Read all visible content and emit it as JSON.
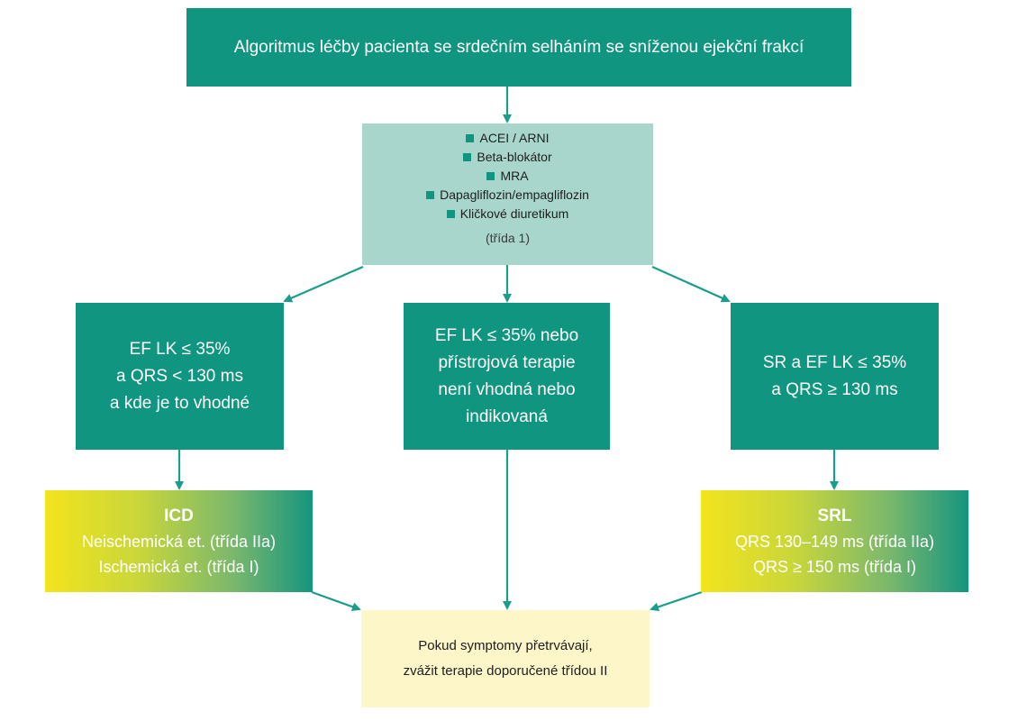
{
  "title": "Algoritmus léčby pacienta se srdečním selháním se sníženou ejekční frakcí",
  "medications": {
    "items": [
      "ACEI / ARNI",
      "Beta-blokátor",
      "MRA",
      "Dapagliflozin/empagliflozin",
      "Kličkové diuretikum"
    ],
    "class_note": "(třída 1)"
  },
  "criteria": {
    "left": [
      "EF LK ≤ 35%",
      "a QRS < 130 ms",
      "a kde je to vhodné"
    ],
    "middle": [
      "EF LK ≤ 35% nebo",
      "přístrojová terapie",
      "není vhodná nebo",
      "indikovaná"
    ],
    "right": [
      "SR a EF LK ≤ 35%",
      "a QRS ≥ 130 ms"
    ]
  },
  "icd": {
    "heading": "ICD",
    "lines": [
      "Neischemická et. (třída IIa)",
      "Ischemická et. (třída I)"
    ]
  },
  "srl": {
    "heading": "SRL",
    "lines": [
      "QRS 130–149 ms (třída IIa)",
      "QRS ≥ 150 ms (třída I)"
    ]
  },
  "final": {
    "lines": [
      "Pokud symptomy přetrvávají,",
      "zvážit terapie doporučené třídou II"
    ]
  },
  "colors": {
    "teal": "#0f9580",
    "light_teal": "#a8d6cc",
    "cream": "#fdf6c9",
    "yellow": "#f3e41d",
    "arrow": "#1a9e8c"
  }
}
